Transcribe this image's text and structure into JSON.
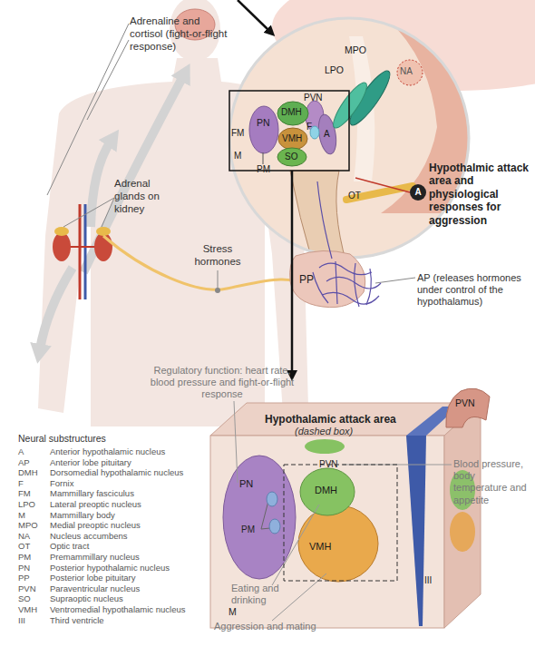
{
  "diagram": {
    "nodes": [
      {
        "text": [
          "MPO"
        ]
      },
      {
        "text": [
          "LPO"
        ]
      },
      {
        "text": [
          "PVN"
        ]
      },
      {
        "text": [
          "DMH"
        ]
      },
      {
        "text": [
          "PN"
        ]
      },
      {
        "text": [
          "VMH"
        ]
      },
      {
        "text": [
          "A"
        ]
      },
      {
        "text": [
          "SO"
        ]
      },
      {
        "text": [
          "PP"
        ]
      },
      {
        "text": [
          "PN"
        ]
      },
      {
        "text": [
          "DMH"
        ]
      },
      {
        "text": [
          "VMH"
        ]
      },
      {
        "text": [
          "PVN"
        ]
      }
    ],
    "labels": [
      "Adrenaline and cortisol (fight-or-flight response)",
      "Adrenal glands on kidney",
      "Stress hormones",
      "NA",
      "FM",
      "F",
      "M",
      "PM",
      "OT",
      "A",
      "Hypothalmic attack area and physiological responses for aggression",
      "AP (releases hormones under control of the hypothalamus)",
      "Regulatory function: heart rate, blood pressure and fight-or-flight response",
      "Hypothalamic attack area",
      "(dashed box)",
      "PVN",
      "PM",
      "M",
      "III",
      "Blood pressure, body temperature and appetite",
      "Eating and drinking",
      "Aggression and mating",
      "Neural substructures",
      "A",
      "Anterior hypothalamic nucleus",
      "AP",
      "Anterior lobe pituitary",
      "DMH",
      "Dorsomedial hypothalamic nucleus",
      "F",
      "Fornix",
      "FM",
      "Mammillary fasciculus",
      "LPO",
      "Lateral preoptic nucleus",
      "M",
      "Mammillary body",
      "MPO",
      "Medial preoptic nucleus",
      "NA",
      "Nucleus accumbens",
      "OT",
      "Optic tract",
      "PM",
      "Premammillary nucleus",
      "PN",
      "Posterior hypothalamic nucleus",
      "PP",
      "Posterior lobe pituitary",
      "PVN",
      "Paraventricular nucleus",
      "SO",
      "Supraoptic nucleus",
      "VMH",
      "Ventromedial hypothalamic nucleus",
      "III",
      "Third ventricle"
    ]
  }
}
